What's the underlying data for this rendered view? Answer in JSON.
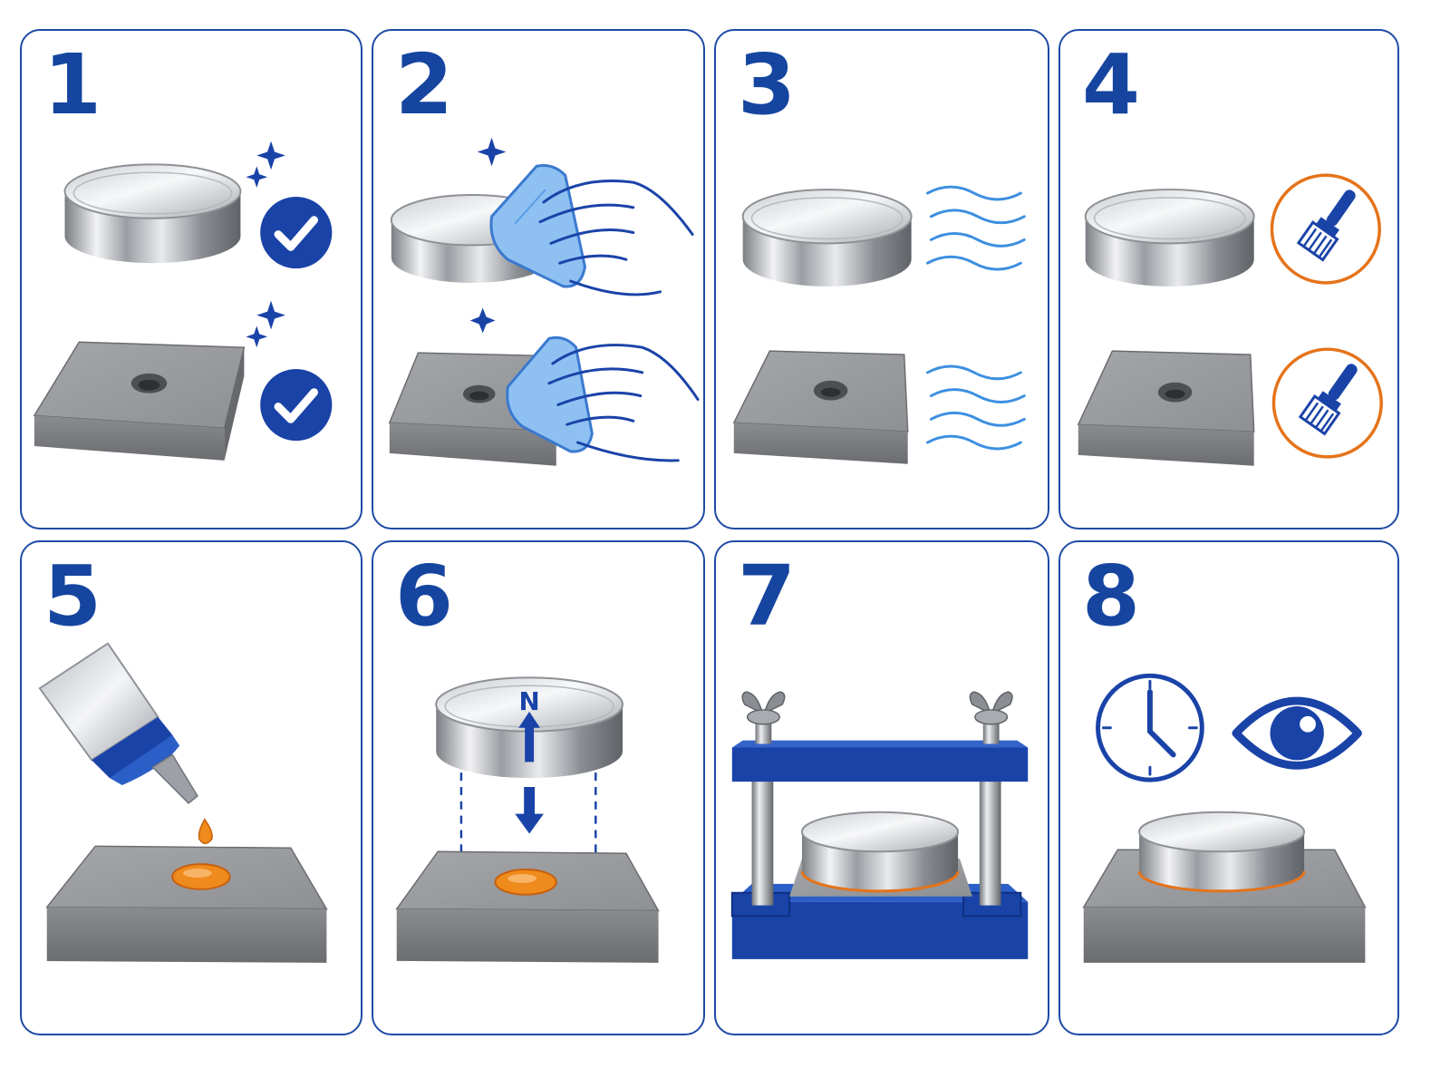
{
  "colors": {
    "frame": "#1f4ba5",
    "number": "#1645a0",
    "accent_blue": "#1a43a8",
    "accent_orange": "#e5731a",
    "glue": "#ef8a1c",
    "water": "#3d8fe0",
    "cloth": "#8ec1f2",
    "steel_light": "#eef0f3",
    "steel_dark": "#6d7075",
    "plate_top": "#9fa1a5",
    "plate_side": "#7f8185"
  },
  "steps": [
    {
      "number": "1",
      "icons": [
        "sparkle-icon",
        "check-circle-icon"
      ]
    },
    {
      "number": "2",
      "icons": [
        "cloth-icon",
        "hand-icon",
        "sparkle-icon"
      ]
    },
    {
      "number": "3",
      "icons": [
        "air-waves-icon"
      ]
    },
    {
      "number": "4",
      "icons": [
        "brush-circle-icon"
      ]
    },
    {
      "number": "5",
      "icons": [
        "glue-tube-icon",
        "glue-drop-icon"
      ]
    },
    {
      "number": "6",
      "icons": [
        "arrow-up-icon",
        "arrow-down-icon"
      ]
    },
    {
      "number": "7",
      "icons": [
        "clamp-press-icon",
        "wing-nut-icon"
      ]
    },
    {
      "number": "8",
      "icons": [
        "clock-icon",
        "eye-icon"
      ]
    }
  ],
  "magnet_pole": "N"
}
